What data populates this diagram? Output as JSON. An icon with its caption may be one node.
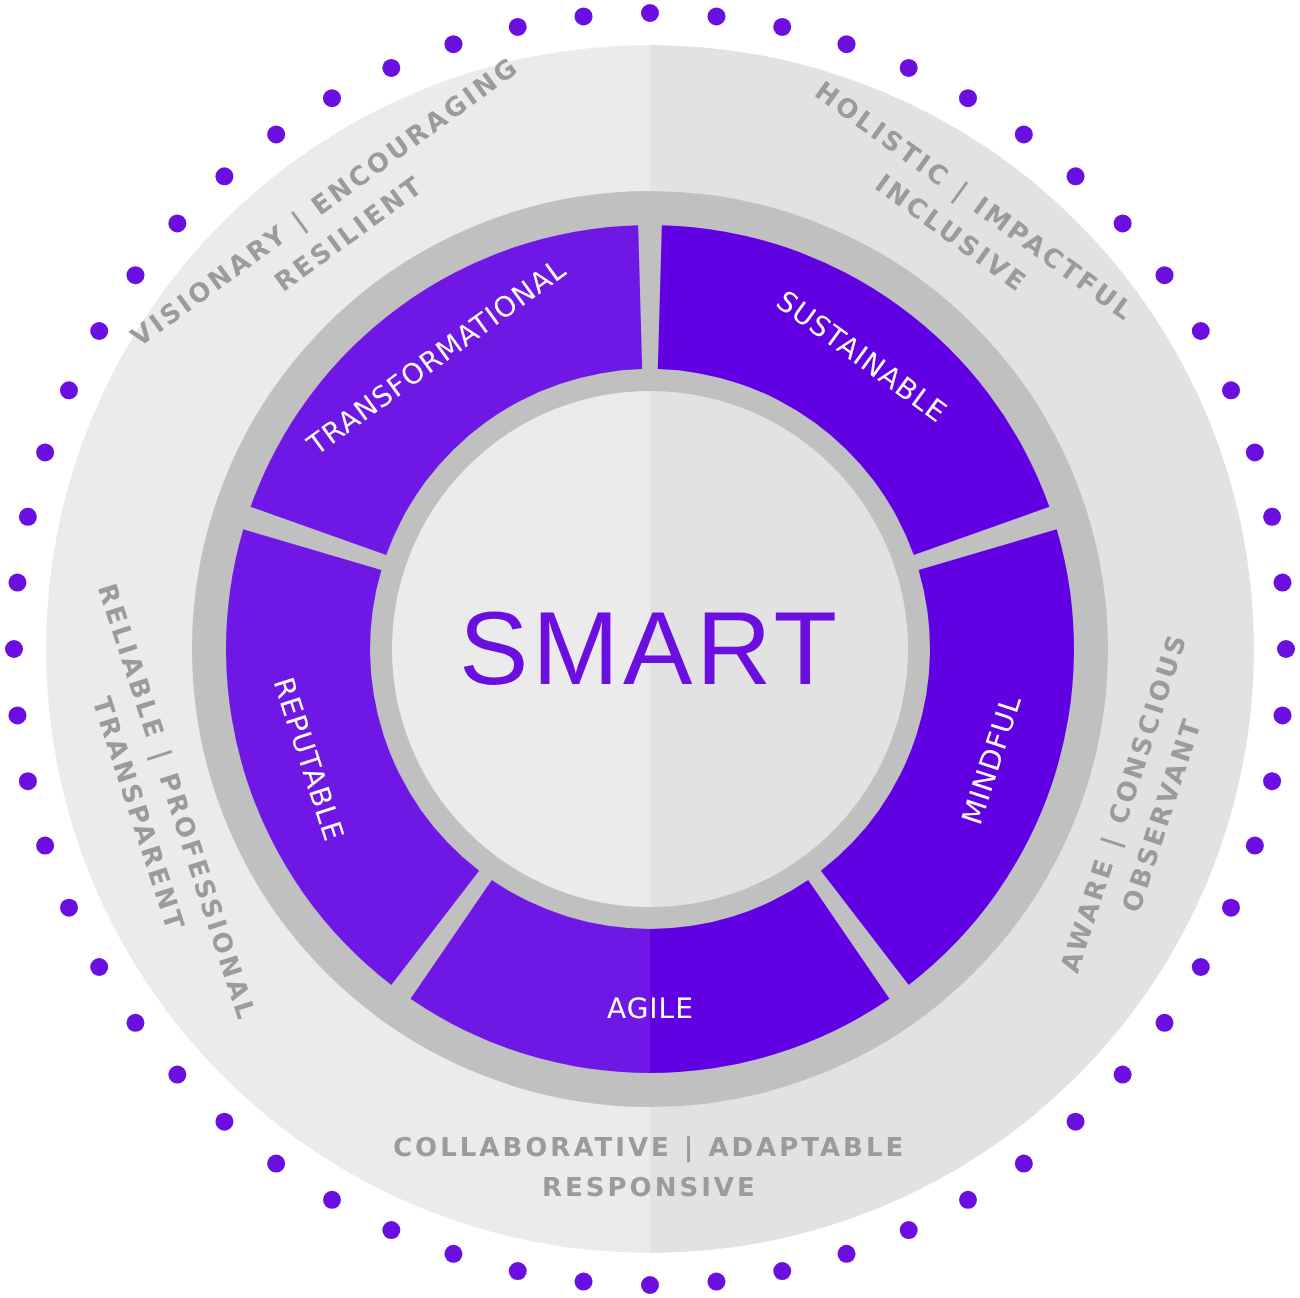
{
  "diagram": {
    "nodes": [
      {
        "text": [
          "SMART"
        ]
      },
      {
        "text": [
          "TRANSFORMATIONAL"
        ],
        "beside": [
          "VISIONARY | ENCOURAGING",
          "RESILIENT"
        ]
      },
      {
        "text": [
          "SUSTAINABLE"
        ],
        "beside": [
          "HOLISTIC | IMPACTFUL",
          "INCLUSIVE"
        ]
      },
      {
        "text": [
          "MINDFUL"
        ],
        "beside": [
          "AWARE | CONSCIOUS",
          "OBSERVANT"
        ]
      },
      {
        "text": [
          "AGILE"
        ],
        "beside": [
          "COLLABORATIVE | ADAPTABLE",
          "RESPONSIVE"
        ]
      },
      {
        "text": [
          "REPUTABLE"
        ],
        "beside": [
          "RELIABLE | PROFESSIONAL",
          "TRANSPARENT"
        ]
      }
    ]
  }
}
